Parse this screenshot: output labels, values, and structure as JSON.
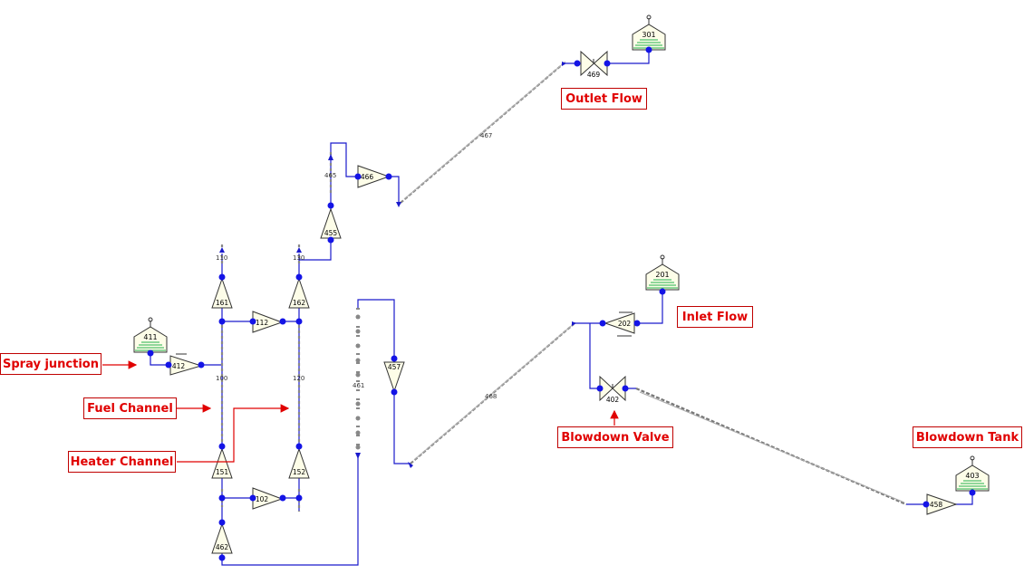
{
  "labels": {
    "outlet_flow": "Outlet Flow",
    "inlet_flow": "Inlet Flow",
    "spray_junction": "Spray junction",
    "fuel_channel": "Fuel Channel",
    "heater_channel": "Heater Channel",
    "blowdown_valve": "Blowdown Valve",
    "blowdown_tank": "Blowdown Tank"
  },
  "volumes": {
    "v301": "301",
    "v201": "201",
    "v411": "411",
    "v403": "403"
  },
  "junctions": {
    "j469": "469",
    "j466": "466",
    "j455": "455",
    "j162": "162",
    "j161": "161",
    "j112": "112",
    "j412": "412",
    "j457": "457",
    "j202": "202",
    "j402": "402",
    "j151": "151",
    "j152": "152",
    "j102": "102",
    "j462": "462",
    "j458": "458"
  },
  "pipes": {
    "p467": "467",
    "p468": "468",
    "p461": "461",
    "p110": "110",
    "p100": "100",
    "p120": "120",
    "p130": "130",
    "p465": "465"
  },
  "colors": {
    "line": "#1a1acc",
    "node": "#1414e6",
    "label_red": "#e00000",
    "volume_fill": "#fdfde8",
    "water_green": "#22b14c",
    "pipe_grey": "#888888"
  }
}
